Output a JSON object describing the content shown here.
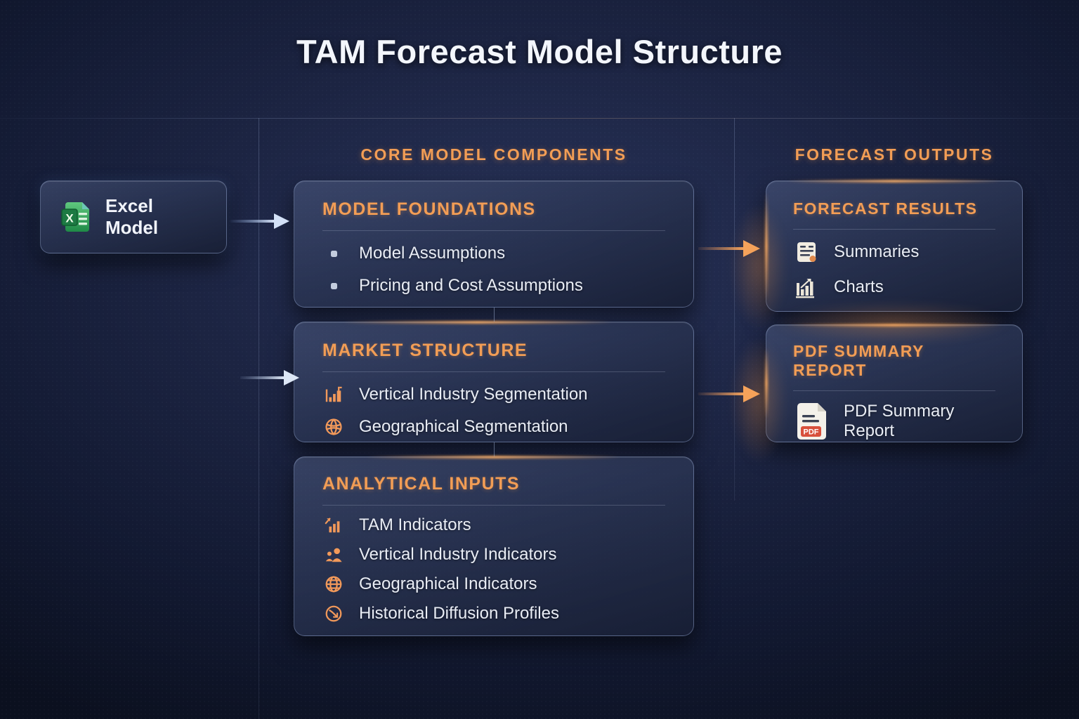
{
  "title": "TAM Forecast Model Structure",
  "colors": {
    "background_navy": "#1C2442",
    "accent_orange": "#F2995A",
    "body_text": "#E9EDF5",
    "box_border": "#98ACD4",
    "excel_green": "#2E9E54",
    "pdf_red": "#D8503C"
  },
  "source_node": {
    "label": "Excel Model",
    "icon": "excel-file-icon",
    "icon_letter": "X"
  },
  "columns": {
    "core": {
      "header": "CORE MODEL COMPONENTS",
      "boxes": [
        {
          "title": "MODEL FOUNDATIONS",
          "items": [
            {
              "label": "Model Assumptions",
              "icon": "square-bullet"
            },
            {
              "label": "Pricing and Cost Assumptions",
              "icon": "square-bullet"
            }
          ]
        },
        {
          "title": "MARKET STRUCTURE",
          "items": [
            {
              "label": "Vertical Industry Segmentation",
              "icon": "industry-chart-icon"
            },
            {
              "label": "Geographical Segmentation",
              "icon": "globe-segments-icon"
            }
          ]
        },
        {
          "title": "ANALYTICAL INPUTS",
          "items": [
            {
              "label": "TAM Indicators",
              "icon": "trend-bars-icon"
            },
            {
              "label": "Vertical Industry Indicators",
              "icon": "people-icon"
            },
            {
              "label": "Geographical Indicators",
              "icon": "globe-icon"
            },
            {
              "label": "Historical Diffusion Profiles",
              "icon": "history-curve-icon"
            }
          ]
        }
      ]
    },
    "outputs": {
      "header": "FORECAST OUTPUTS",
      "boxes": [
        {
          "title": "FORECAST RESULTS",
          "items": [
            {
              "label": "Summaries",
              "icon": "document-icon"
            },
            {
              "label": "Charts",
              "icon": "bar-chart-icon"
            }
          ]
        },
        {
          "title": "PDF SUMMARY REPORT",
          "badge": "PDF",
          "items": [
            {
              "label": "PDF Summary Report",
              "icon": "pdf-file-icon"
            }
          ]
        }
      ]
    }
  }
}
